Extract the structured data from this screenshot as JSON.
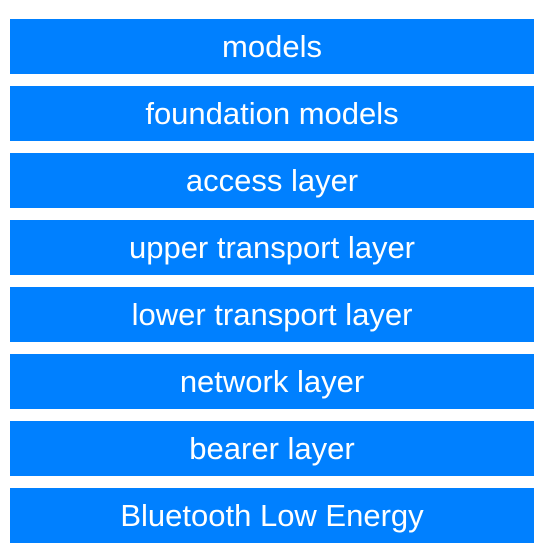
{
  "colors": {
    "block_fill": "#0080ff",
    "block_text": "#ffffff",
    "background": "#ffffff"
  },
  "layers": [
    {
      "label": "models"
    },
    {
      "label": "foundation models"
    },
    {
      "label": "access layer"
    },
    {
      "label": "upper transport layer"
    },
    {
      "label": "lower transport layer"
    },
    {
      "label": "network layer"
    },
    {
      "label": "bearer layer"
    },
    {
      "label": "Bluetooth Low Energy"
    }
  ]
}
